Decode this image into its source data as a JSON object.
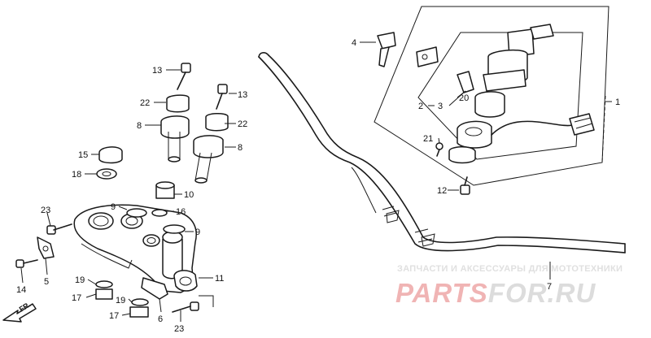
{
  "callouts": [
    {
      "id": "c4",
      "text": "4"
    },
    {
      "id": "c13a",
      "text": "13"
    },
    {
      "id": "c13b",
      "text": "13"
    },
    {
      "id": "c22a",
      "text": "22"
    },
    {
      "id": "c22b",
      "text": "22"
    },
    {
      "id": "c8a",
      "text": "8"
    },
    {
      "id": "c8b",
      "text": "8"
    },
    {
      "id": "c15",
      "text": "15"
    },
    {
      "id": "c18",
      "text": "18"
    },
    {
      "id": "c10",
      "text": "10"
    },
    {
      "id": "c9a",
      "text": "9"
    },
    {
      "id": "c16",
      "text": "16"
    },
    {
      "id": "c9b",
      "text": "9"
    },
    {
      "id": "c23a",
      "text": "23"
    },
    {
      "id": "c14",
      "text": "14"
    },
    {
      "id": "c5",
      "text": "5"
    },
    {
      "id": "c19a",
      "text": "19"
    },
    {
      "id": "c17a",
      "text": "17"
    },
    {
      "id": "c19b",
      "text": "19"
    },
    {
      "id": "c17b",
      "text": "17"
    },
    {
      "id": "c6",
      "text": "6"
    },
    {
      "id": "c23b",
      "text": "23"
    },
    {
      "id": "c11",
      "text": "11"
    },
    {
      "id": "c2",
      "text": "2"
    },
    {
      "id": "c3",
      "text": "3"
    },
    {
      "id": "c20",
      "text": "20"
    },
    {
      "id": "c21",
      "text": "21"
    },
    {
      "id": "c1",
      "text": "1"
    },
    {
      "id": "c12",
      "text": "12"
    },
    {
      "id": "c7",
      "text": "7"
    }
  ],
  "front_marker": "FR.",
  "watermark": {
    "caption": "ЗАПЧАСТИ И АКСЕССУАРЫ ДЛЯ МОТОТЕХНИКИ",
    "brand_part1": "PARTS",
    "brand_part2": "FOR.RU",
    "color_red": "#f0b4b4",
    "color_gray": "#dcdcdc"
  }
}
